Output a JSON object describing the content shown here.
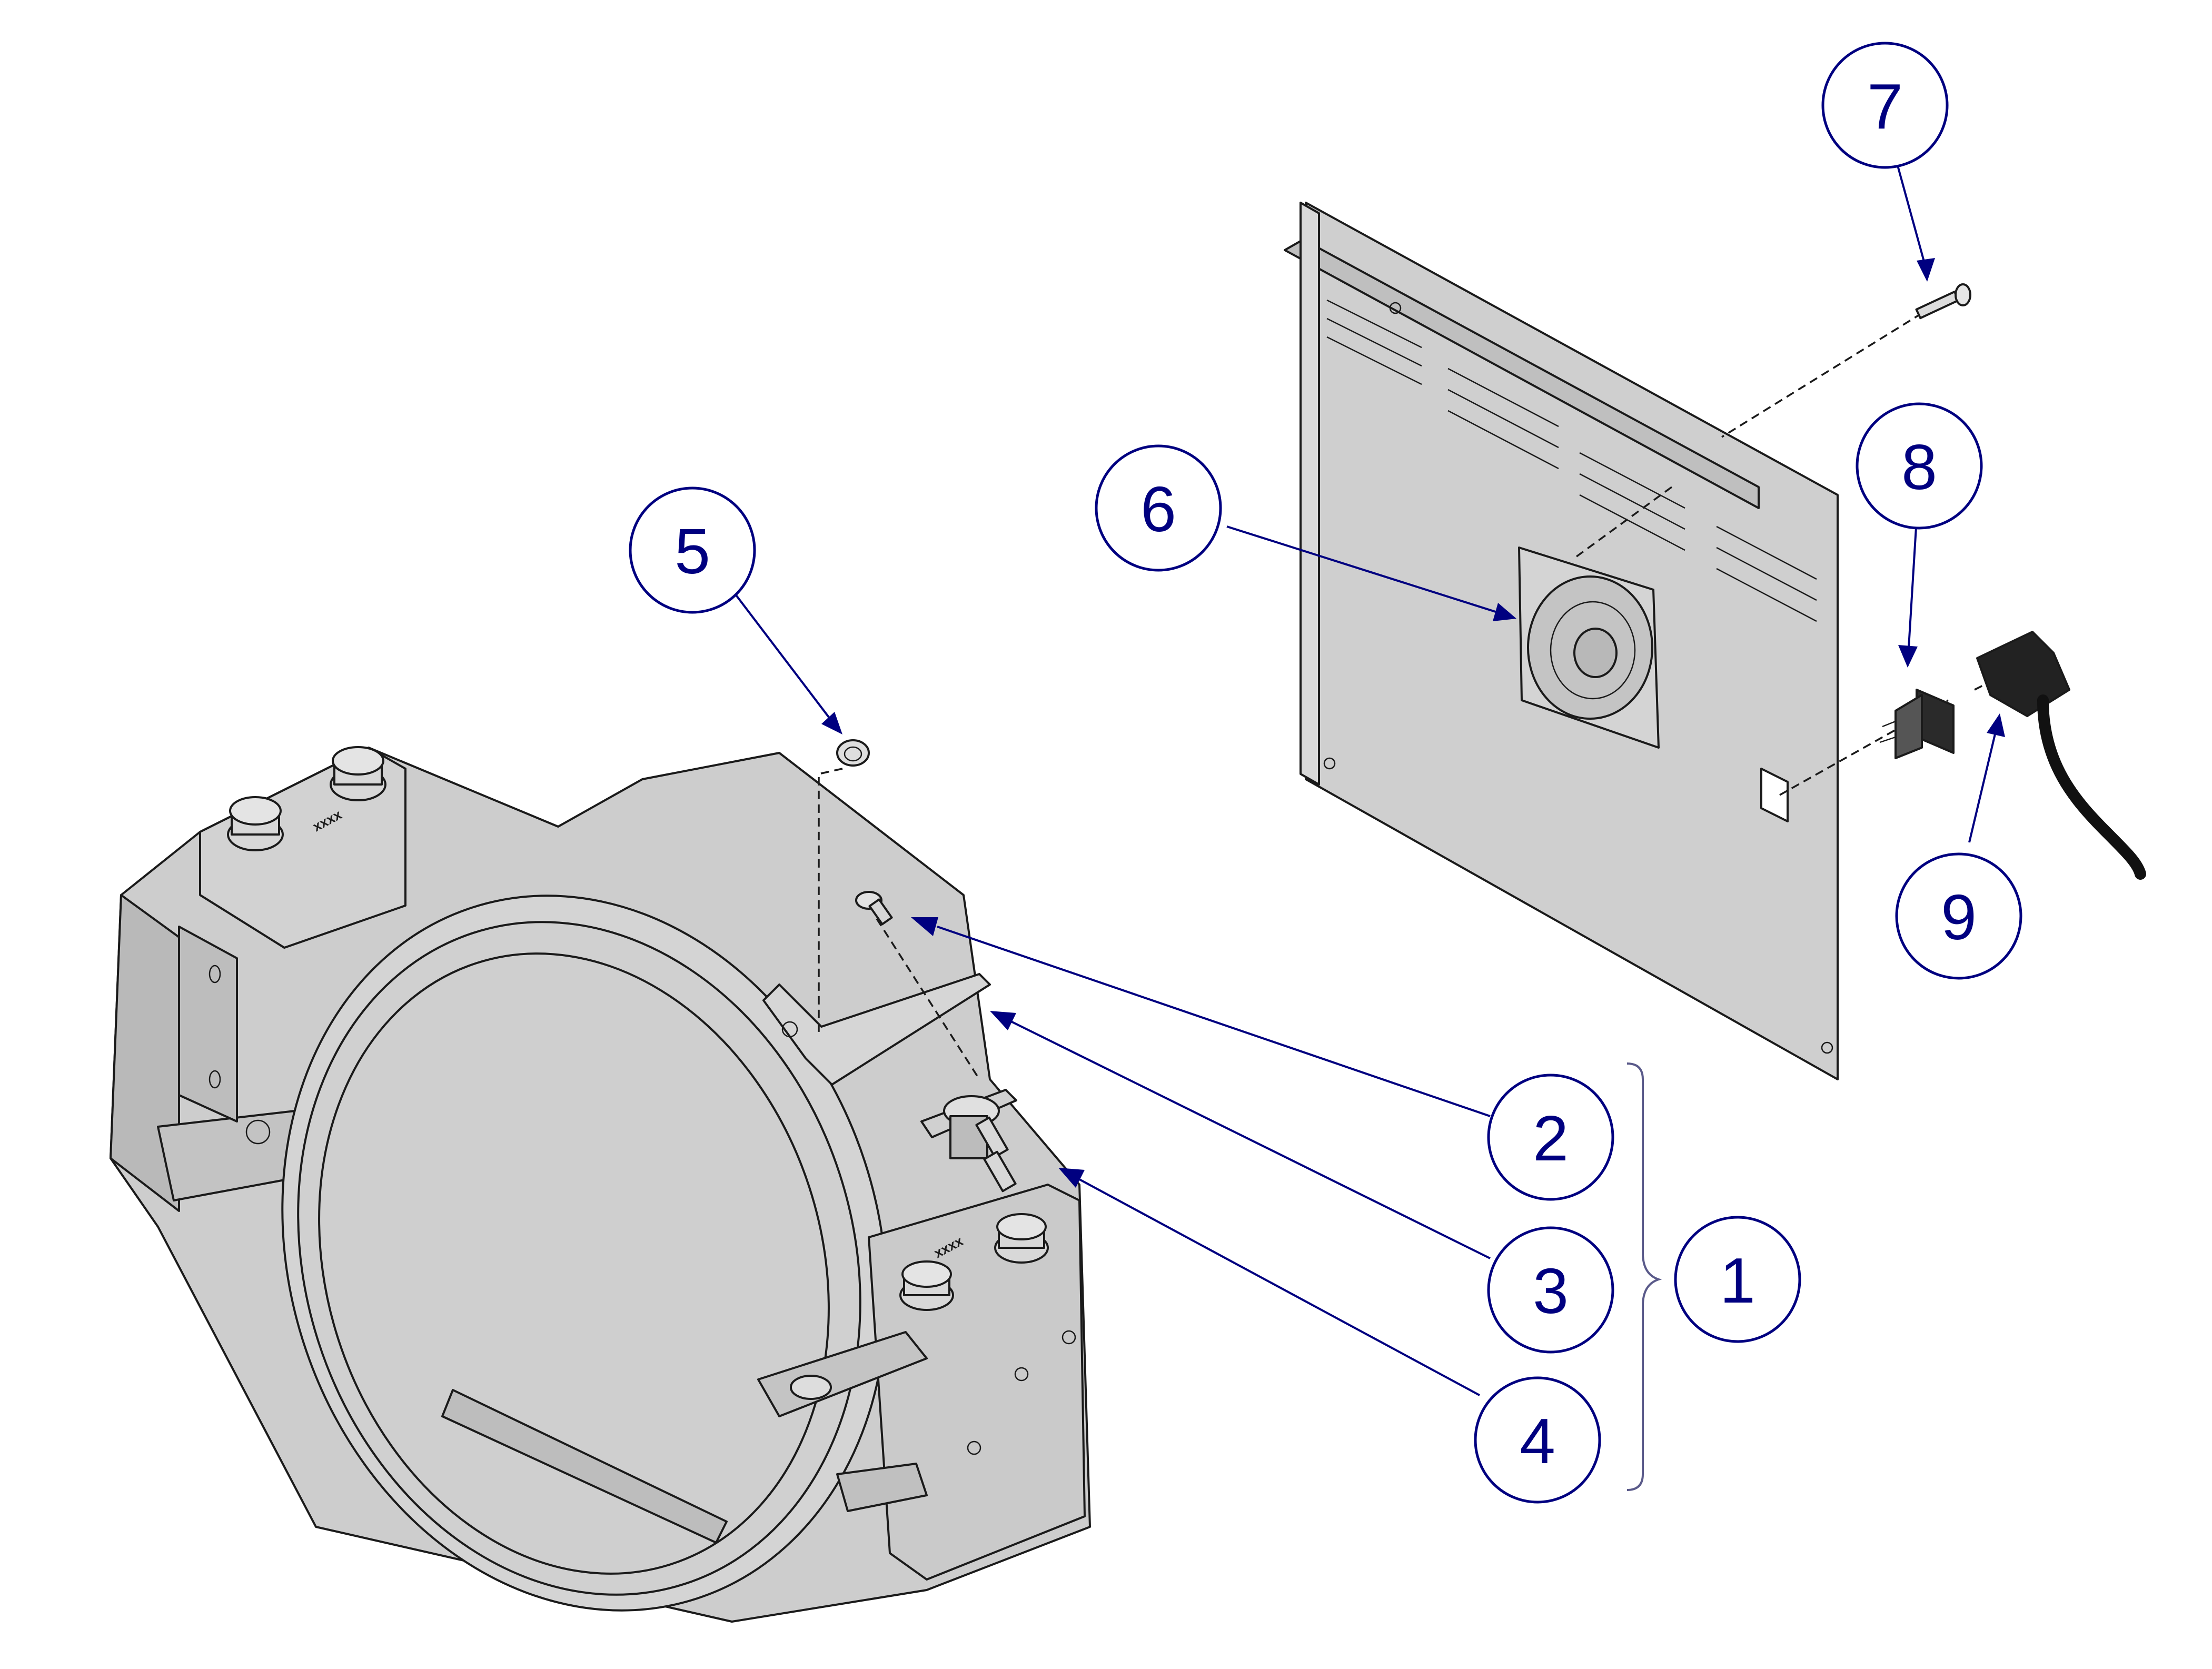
{
  "callouts": {
    "c1": "1",
    "c2": "2",
    "c3": "3",
    "c4": "4",
    "c5": "5",
    "c6": "6",
    "c7": "7",
    "c8": "8",
    "c9": "9"
  },
  "markings": {
    "top_left": "xxxx",
    "center": "xxxx",
    "lower_right": "xxxx"
  },
  "colors": {
    "callout": "#000080",
    "part_fill": "#cccccc",
    "line": "#1a1a1a"
  }
}
